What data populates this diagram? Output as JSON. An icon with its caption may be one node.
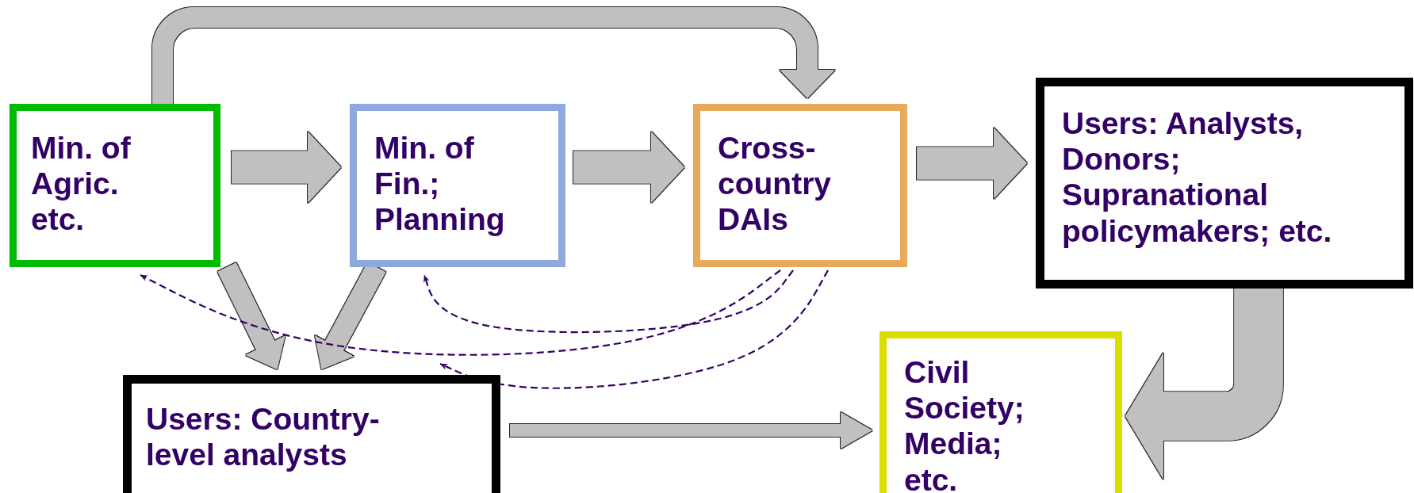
{
  "diagram": {
    "nodes": [
      {
        "text": [
          "Min. of Agric. etc."
        ]
      },
      {
        "text": [
          "Min. of Fin.; Planning"
        ]
      },
      {
        "text": [
          "Cross-country DAIs"
        ]
      },
      {
        "text": [
          "Users: Analysts, Donors; Supranational policymakers; etc."
        ]
      },
      {
        "text": [
          "Users: Country-level analysts"
        ]
      },
      {
        "text": [
          "Civil Society; Media; etc."
        ]
      }
    ],
    "edges": [
      {
        "from": 0,
        "to": 1,
        "arrow": "to"
      },
      {
        "from": 1,
        "to": 2,
        "arrow": "to"
      },
      {
        "from": 2,
        "to": 3,
        "arrow": "to"
      },
      {
        "from": 0,
        "to": 2,
        "arrow": "to"
      },
      {
        "from": 0,
        "to": 4,
        "arrow": "to"
      },
      {
        "from": 1,
        "to": 4,
        "arrow": "to"
      },
      {
        "from": 3,
        "to": 5,
        "arrow": "to",
        "style": "thick"
      },
      {
        "from": 4,
        "to": 5,
        "arrow": "to"
      },
      {
        "from": 2,
        "to": 0,
        "arrow": "to",
        "style": "dashed",
        "color": "#330066"
      },
      {
        "from": 2,
        "to": 1,
        "arrow": "to",
        "style": "dashed",
        "color": "#330066"
      },
      {
        "from": 2,
        "to": 4,
        "arrow": "to",
        "style": "dashed",
        "color": "#330066"
      }
    ]
  }
}
